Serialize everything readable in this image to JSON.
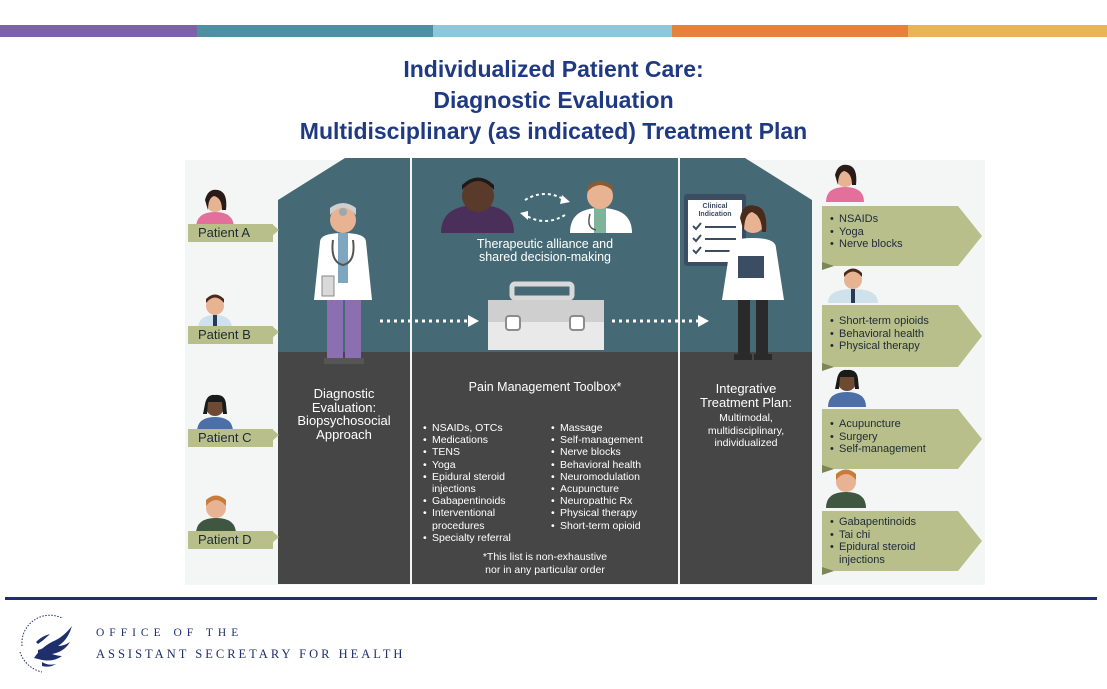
{
  "colors": {
    "title": "#1f3a82",
    "panel_teal": "#466a75",
    "panel_dark": "#474647",
    "label_green": "#b8bf8a",
    "footer_navy": "#1f2f6b",
    "stripes": [
      "#7e62a8",
      "#4f8fa2",
      "#8ec6da",
      "#e5813a",
      "#e8b45a"
    ]
  },
  "title": {
    "line1": "Individualized Patient Care:",
    "line2": "Diagnostic Evaluation",
    "line3": "Multidisciplinary (as indicated) Treatment Plan"
  },
  "patients": [
    {
      "label": "Patient A"
    },
    {
      "label": "Patient B"
    },
    {
      "label": "Patient C"
    },
    {
      "label": "Patient D"
    }
  ],
  "left_panel": {
    "heading_line1": "Diagnostic",
    "heading_line2": "Evaluation:",
    "heading_line3": "Biopsychosocial",
    "heading_line4": "Approach"
  },
  "center_panel": {
    "alliance_line1": "Therapeutic alliance and",
    "alliance_line2": "shared decision-making",
    "toolbox_title": "Pain Management Toolbox*",
    "col1": [
      "NSAIDs, OTCs",
      "Medications",
      "TENS",
      "Yoga",
      "Epidural steroid injections",
      "Gabapentinoids",
      "Interventional procedures",
      "Specialty referral"
    ],
    "col2": [
      "Massage",
      "Self-management",
      "Nerve blocks",
      "Behavioral health",
      "Neuromodulation",
      "Acupuncture",
      "Neuropathic Rx",
      "Physical therapy",
      "Short-term opioid"
    ],
    "footnote_line1": "*This list is non-exhaustive",
    "footnote_line2": "nor in any particular order"
  },
  "right_panel": {
    "clipboard_label_line1": "Clinical",
    "clipboard_label_line2": "Indication",
    "heading_line1": "Integrative",
    "heading_line2": "Treatment Plan:",
    "sub_line1": "Multimodal,",
    "sub_line2": "multidisciplinary,",
    "sub_line3": "individualized"
  },
  "treatments": [
    {
      "items": [
        "NSAIDs",
        "Yoga",
        "Nerve blocks"
      ]
    },
    {
      "items": [
        "Short-term opioids",
        "Behavioral health",
        "Physical therapy"
      ]
    },
    {
      "items": [
        "Acupuncture",
        "Surgery",
        "Self-management"
      ]
    },
    {
      "items": [
        "Gabapentinoids",
        "Tai chi",
        "Epidural steroid injections"
      ]
    }
  ],
  "footer": {
    "line1": "OFFICE OF THE",
    "line2": "ASSISTANT SECRETARY FOR HEALTH",
    "seal_icon": "hhs-eagle-seal-icon"
  }
}
